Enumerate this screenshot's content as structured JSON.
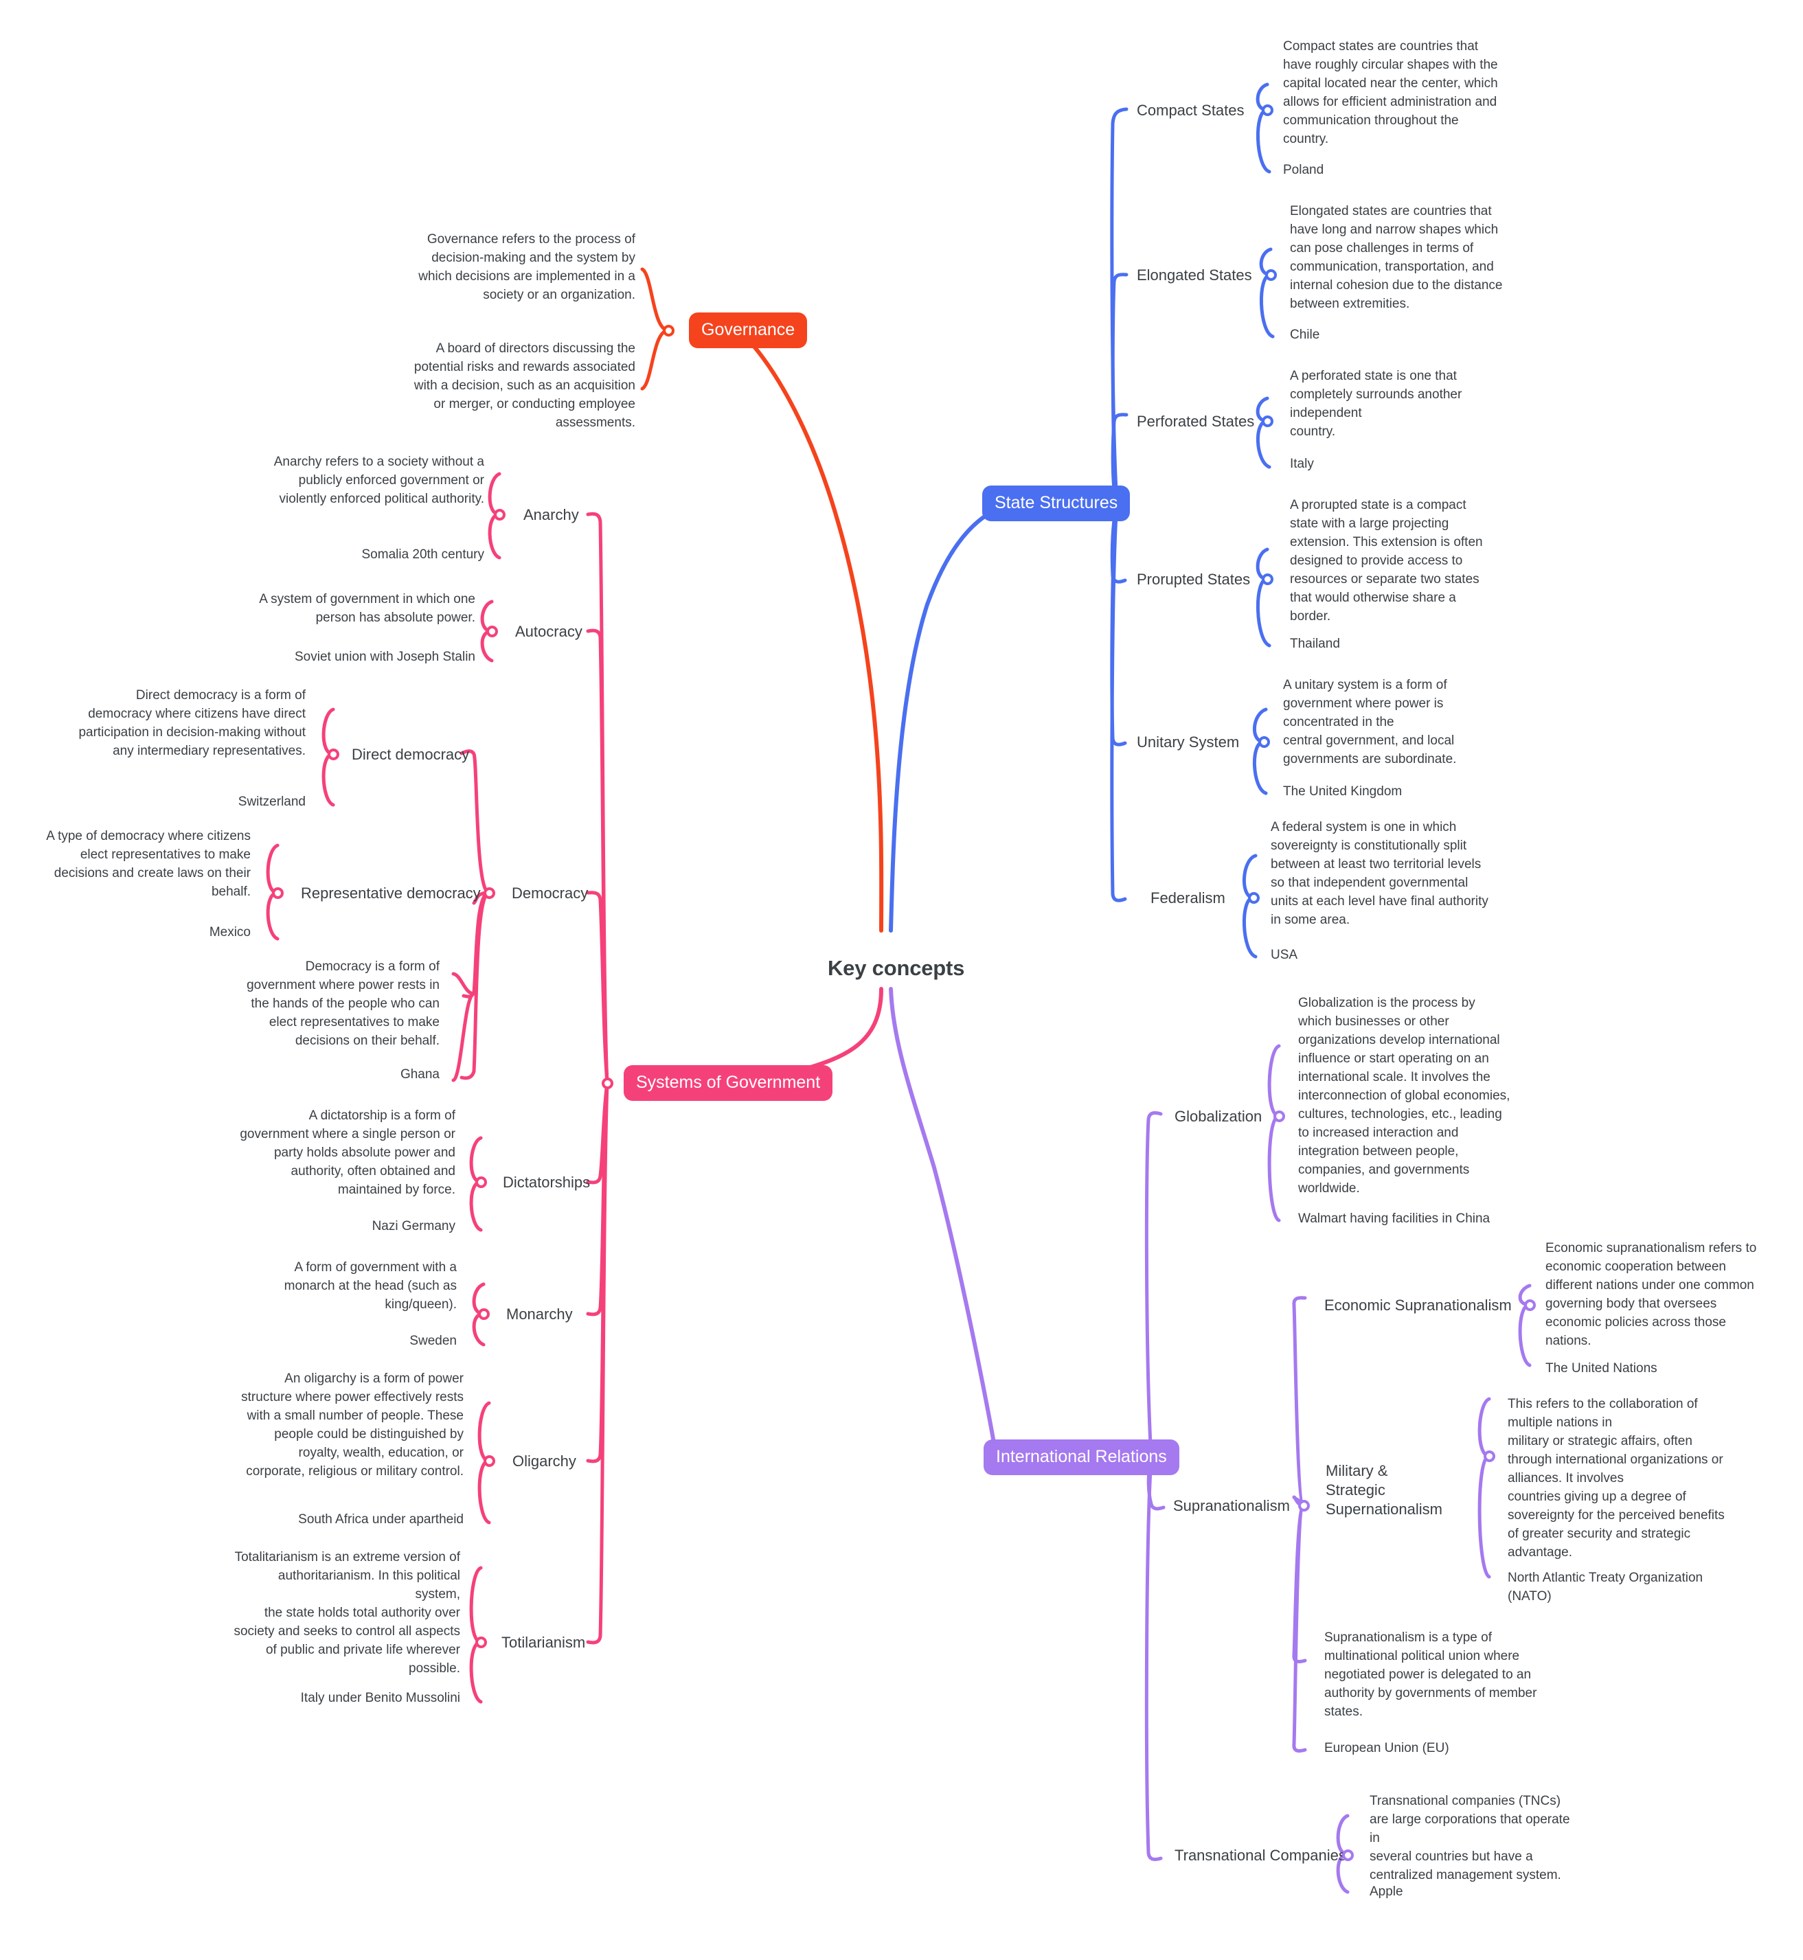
{
  "root": {
    "title": "Key concepts"
  },
  "colors": {
    "governance": "#f5431d",
    "state_structures": "#4a6ff0",
    "systems_of_government": "#f5417a",
    "international_relations": "#a579ef",
    "text": "#3b4045",
    "background": "#ffffff"
  },
  "branches": {
    "governance": {
      "label": "Governance",
      "definition": "Governance refers to the process of decision-making and the system by which decisions are implemented in a society or an organization.",
      "example": "A board of directors discussing the potential risks and rewards associated with a decision, such as an acquisition or merger, or conducting employee assessments."
    },
    "state_structures": {
      "label": "State Structures",
      "topics": [
        {
          "label": "Compact States",
          "definition": "Compact states are countries that have roughly circular shapes with the capital located near the center, which allows for efficient administration and communication throughout the country.",
          "example": "Poland"
        },
        {
          "label": "Elongated States",
          "definition": "Elongated states are countries that have long and narrow shapes which can pose challenges in terms of communication, transportation, and internal cohesion due to the distance between extremities.",
          "example": "Chile"
        },
        {
          "label": "Perforated States",
          "definition": "A perforated state is one that completely surrounds another independent\ncountry.",
          "example": "Italy"
        },
        {
          "label": "Prorupted States",
          "definition": "A prorupted state is a compact state with a large projecting extension. This extension is often designed to provide access to resources or separate two states that would otherwise share a border.",
          "example": "Thailand"
        },
        {
          "label": "Unitary System",
          "definition": "A unitary system is a form of government where power is concentrated in the\ncentral government, and local governments are subordinate.",
          "example": "The United Kingdom"
        },
        {
          "label": "Federalism",
          "definition": "A federal system is one in which sovereignty is constitutionally split between at least two territorial levels so that independent governmental units at each level have final authority in some area.",
          "example": "USA"
        }
      ]
    },
    "systems_of_government": {
      "label": "Systems of Government",
      "topics": [
        {
          "label": "Anarchy",
          "definition": "Anarchy refers to a society without a publicly enforced government or violently enforced political authority.",
          "example": "Somalia 20th century"
        },
        {
          "label": "Autocracy",
          "definition": "A system of government in which one person has absolute power.",
          "example": "Soviet union with Joseph Stalin"
        },
        {
          "label": "Democracy",
          "children": [
            {
              "label": "Direct democracy",
              "definition": "Direct democracy is a form of democracy where citizens have direct participation in decision-making without any intermediary representatives.",
              "example": "Switzerland"
            },
            {
              "label": "Representative democracy",
              "definition": "A type of democracy where citizens elect representatives to make decisions and create laws on their behalf.",
              "example": "Mexico"
            }
          ],
          "definition": "Democracy is a form of government where power rests in the hands of the people who can elect representatives to make decisions on their behalf.",
          "example": "Ghana"
        },
        {
          "label": "Dictatorships",
          "definition": "A dictatorship is a form of government where a single person or party holds absolute power and authority, often obtained and maintained by force.",
          "example": "Nazi Germany"
        },
        {
          "label": "Monarchy",
          "definition": "A form of government with a monarch at the head (such as king/queen).",
          "example": "Sweden"
        },
        {
          "label": "Oligarchy",
          "definition": "An oligarchy is a form of power structure where power effectively rests with a small number of people. These people could be distinguished by royalty, wealth, education, or corporate, religious or military control.",
          "example": "South Africa under apartheid"
        },
        {
          "label": "Totilarianism",
          "definition": "Totalitarianism is an extreme version of authoritarianism. In this political system,\nthe state holds total authority over society and seeks to control all aspects of public and private life wherever possible.",
          "example": "Italy under Benito Mussolini"
        }
      ]
    },
    "international_relations": {
      "label": "International Relations",
      "topics": [
        {
          "label": "Globalization",
          "definition": "Globalization is the process by which businesses or other organizations develop international influence or start operating on an international scale. It involves the interconnection of global economies, cultures, technologies, etc., leading to increased interaction and integration between people, companies, and governments worldwide.",
          "example": "Walmart having facilities in China"
        },
        {
          "label": "Supranationalism",
          "children": [
            {
              "label": "Economic Supranationalism",
              "definition": "Economic supranationalism refers to economic cooperation between different nations under one common governing body that oversees economic policies across those nations.",
              "example": "The United Nations"
            },
            {
              "label": "Military & Strategic Supernationalism",
              "definition": "This refers to the collaboration of multiple nations in\nmilitary or strategic affairs, often through international organizations or alliances. It involves\ncountries giving up a degree of sovereignty for the perceived benefits of greater security and strategic advantage.",
              "example": "North Atlantic Treaty Organization (NATO)"
            }
          ],
          "definition": "Supranationalism is a type of multinational political union where negotiated power is delegated to an authority by governments of member states.",
          "example": "European Union (EU)"
        },
        {
          "label": "Transnational Companies",
          "definition": "Transnational companies (TNCs) are large corporations that operate in\nseveral countries but have a centralized management system.",
          "example": "Apple"
        }
      ]
    }
  }
}
